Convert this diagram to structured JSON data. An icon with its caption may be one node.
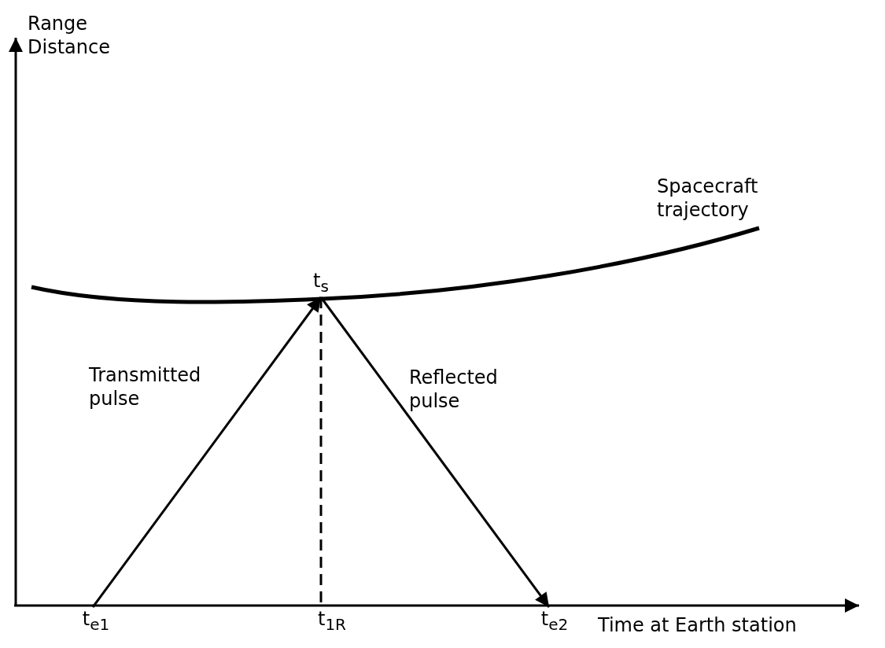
{
  "diagram": {
    "nodes": [
      {
        "text": [
          "t$_{s}$"
        ]
      },
      {
        "text": [
          "t$_{e1}$"
        ]
      },
      {
        "text": [
          "t$_{1R}$"
        ]
      },
      {
        "text": [
          "t$_{e2}$"
        ]
      }
    ],
    "edges": [
      {
        "from": 1,
        "to": 0,
        "arrow": "to",
        "label": "Transmitted pulse"
      },
      {
        "from": 0,
        "to": 2,
        "arrow": "none",
        "style": "dashed"
      },
      {
        "from": 0,
        "to": 3,
        "arrow": "to",
        "label": "Reflected pulse"
      }
    ],
    "labels": [
      "Range Distance",
      "Spacecraft trajectory",
      "Time at Earth station"
    ]
  }
}
